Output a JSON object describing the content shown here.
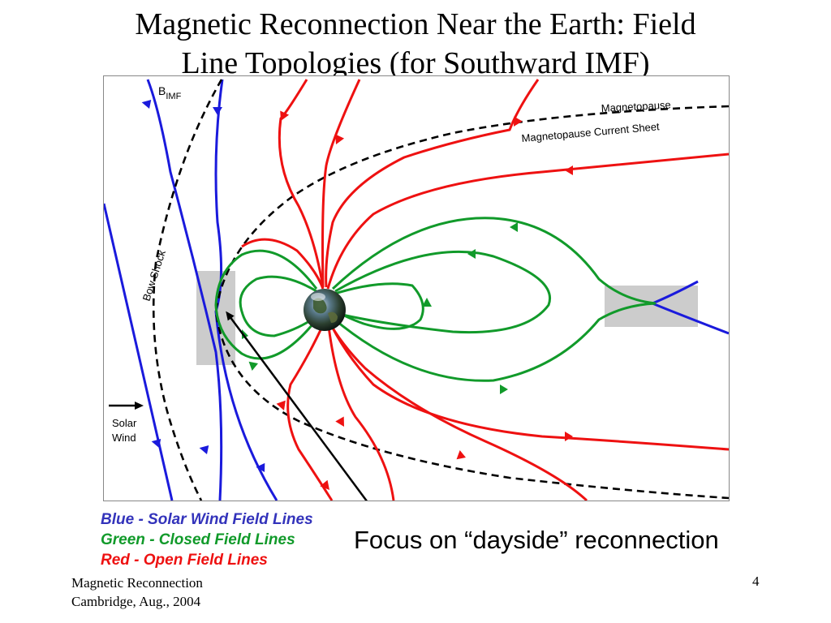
{
  "slide": {
    "title_line1": "Magnetic Reconnection Near the Earth:  Field",
    "title_line2": "Line Topologies (for Southward IMF)"
  },
  "diagram": {
    "labels": {
      "b_imf_main": "B",
      "b_imf_sub": "IMF",
      "magnetopause": "Magnetopause",
      "current_sheet": "Magnetopause Current Sheet",
      "bow_shock": "Bow Shock",
      "solar_wind_line1": "Solar",
      "solar_wind_line2": "Wind"
    },
    "colors": {
      "solar_wind_lines": "#1a1adc",
      "closed_lines": "#119a2a",
      "open_lines": "#ee1111",
      "reconnection_box": "#cccccc",
      "boundary": "#000000"
    }
  },
  "legend": {
    "blue": "Blue - Solar Wind Field Lines",
    "green": "Green - Closed Field Lines",
    "red": "Red - Open Field Lines",
    "blue_color": "#3333bb",
    "green_color": "#119a2a",
    "red_color": "#ee1111"
  },
  "annotation": {
    "focus": "Focus on “dayside” reconnection"
  },
  "footer": {
    "line1": "Magnetic Reconnection",
    "line2": "Cambridge, Aug., 2004",
    "page": "4"
  }
}
